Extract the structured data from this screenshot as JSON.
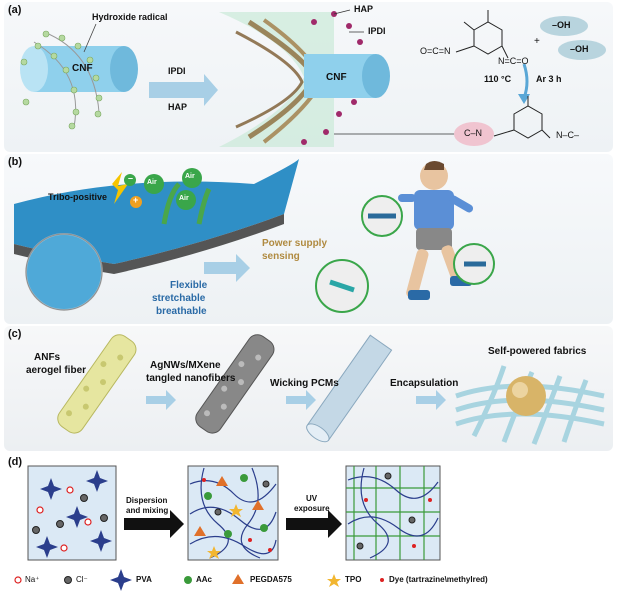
{
  "panel_a": {
    "label": "(a)",
    "hydroxide": "Hydroxide radical",
    "cnf_left": "CNF",
    "cnf_right": "CNF",
    "arrow_top": "IPDI",
    "arrow_bottom": "HAP",
    "hap_label": "HAP",
    "ipdi_label": "IPDI",
    "oh1": "–OH",
    "oh2": "–OH",
    "plus": "+",
    "nco_left": "O=C=N",
    "nco_right": "N=C=O",
    "condition1": "110 °C",
    "condition2": "Ar 3 h",
    "prod_left": "C–N",
    "prod_right": "N–C–"
  },
  "panel_b": {
    "label": "(b)",
    "tribo": "Tribo-positive",
    "air1": "Air",
    "air2": "Air",
    "air3": "Air",
    "minus": "–",
    "plus": "+",
    "flexible": "Flexible",
    "stretchable": "stretchable",
    "breathable": "breathable",
    "power": "Power supply",
    "sensing": "sensing"
  },
  "panel_c": {
    "label": "(c)",
    "anfs1": "ANFs",
    "anfs2": "aerogel fiber",
    "agnw1": "AgNWs/MXene",
    "agnw2": "tangled nanofibers",
    "wicking": "Wicking PCMs",
    "encap": "Encapsulation",
    "self": "Self-powered fabrics"
  },
  "panel_d": {
    "label": "(d)",
    "arrow1_line1": "Dispersion",
    "arrow1_line2": "and mixing",
    "arrow2_line1": "UV",
    "arrow2_line2": "exposure",
    "legend": [
      {
        "label": "Na⁺"
      },
      {
        "label": "Cl⁻"
      },
      {
        "label": "PVA"
      },
      {
        "label": "AAc"
      },
      {
        "label": "PEGDA575"
      },
      {
        "label": "TPO"
      },
      {
        "label": "Dye (tartrazine\\methylred)"
      }
    ]
  },
  "colors": {
    "cnf": "#7fc6e6",
    "arrow": "#9cc4e0",
    "fiber": "#8b6a3a",
    "hap": "#a02a6a",
    "pva": "#2b3e8c",
    "aac": "#3a9a3a",
    "pegda": "#e0702a",
    "tpo": "#f2b630",
    "na": "#d22",
    "cl": "#555"
  }
}
